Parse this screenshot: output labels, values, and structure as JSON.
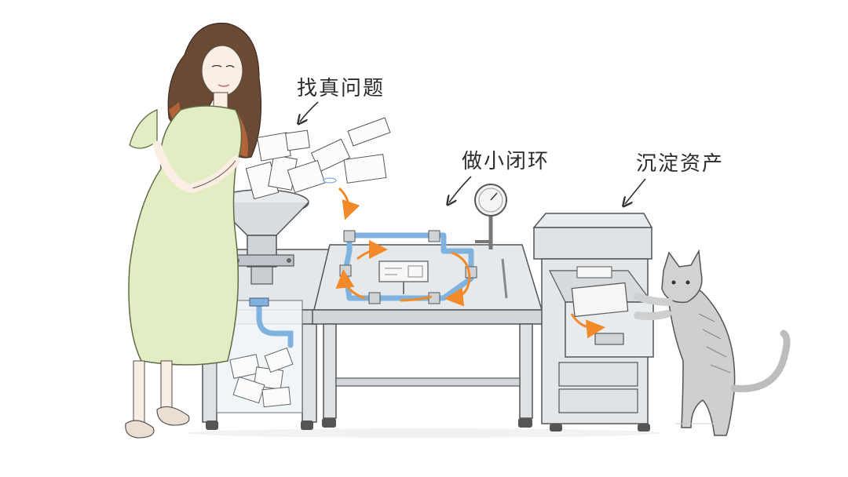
{
  "labels": {
    "find_problem": "找真问题",
    "small_loop": "做小闭环",
    "accumulate_assets": "沉淀资产"
  },
  "colors": {
    "ink": "#4a4a4a",
    "steel": "#d9dde0",
    "steel_dark": "#9aa1a6",
    "pipe_blue": "#7fb2dc",
    "flow_orange": "#f28a2a",
    "dress": "#e3edc4",
    "hair": "#5a3f2e",
    "hair_tip": "#c46a3a",
    "cat": "#c9c9c9"
  }
}
